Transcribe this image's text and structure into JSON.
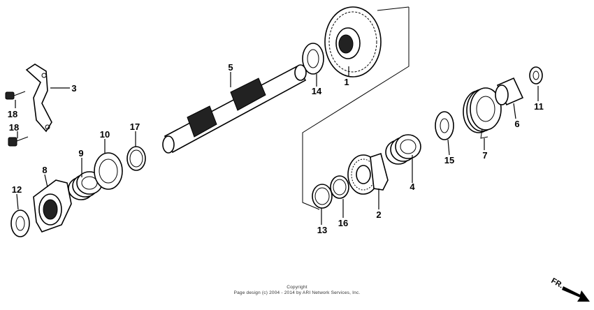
{
  "parts": [
    {
      "number": "1"
    },
    {
      "number": "2"
    },
    {
      "number": "3"
    },
    {
      "number": "4"
    },
    {
      "number": "5"
    },
    {
      "number": "6"
    },
    {
      "number": "7"
    },
    {
      "number": "8"
    },
    {
      "number": "9"
    },
    {
      "number": "10"
    },
    {
      "number": "11"
    },
    {
      "number": "12"
    },
    {
      "number": "13"
    },
    {
      "number": "14"
    },
    {
      "number": "15"
    },
    {
      "number": "16"
    },
    {
      "number": "17"
    },
    {
      "number": "18"
    },
    {
      "number": "18"
    }
  ],
  "copyright": {
    "line1": "Copyright",
    "line2": "Page design (c) 2004 - 2014 by ARI Network Services, Inc."
  },
  "direction": {
    "label": "FR."
  }
}
